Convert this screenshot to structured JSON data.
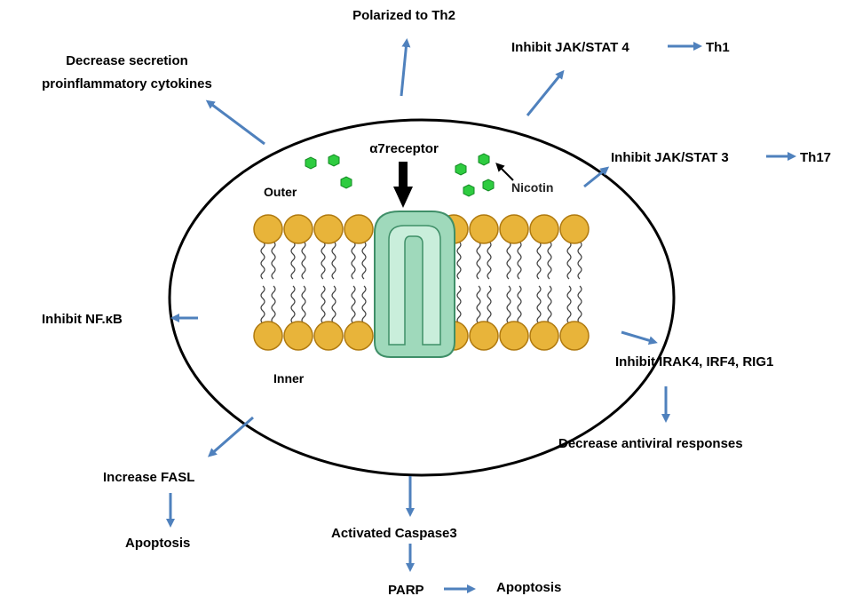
{
  "colors": {
    "arrow": "#4f81bd",
    "head": "#e8b43a",
    "head_stroke": "#b07a10",
    "receptor": "#9fd9bb",
    "receptor_dark": "#3f8f68",
    "nicotine": "#2ecc40"
  },
  "membrane": {
    "outer_label": "Outer",
    "inner_label": "Inner",
    "receptor_label": "α7receptor",
    "nicotine_label": "Nicotin"
  },
  "effects": {
    "polarized": "Polarized to Th2",
    "decrease_secretion_1": "Decrease secretion",
    "decrease_secretion_2": "proinflammatory cytokines",
    "jak_stat4": "Inhibit JAK/STAT 4",
    "th1": "Th1",
    "jak_stat3": "Inhibit JAK/STAT 3",
    "th17": "Th17",
    "nfkb": "Inhibit NF.κB",
    "irak": "Inhibit IRAK4, IRF4, RIG1",
    "antiviral": "Decrease antiviral responses",
    "fasl": "Increase FASL",
    "apoptosis_left": "Apoptosis",
    "caspase": "Activated Caspase3",
    "parp": "PARP",
    "apoptosis_bottom": "Apoptosis"
  }
}
